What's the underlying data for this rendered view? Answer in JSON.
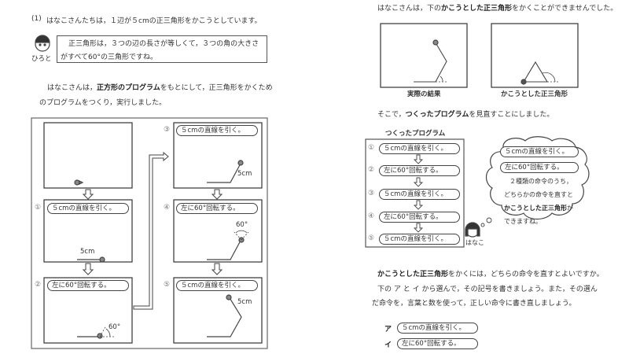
{
  "left": {
    "q_number": "(1)",
    "intro": "はなこさんたちは，１辺が５cmの正三角形をかこうとしています。",
    "hiroto_name": "ひろと",
    "hiroto_line1": "正三角形は，３つの辺の長さが等しくて，３つの角の大きさ",
    "hiroto_line2": "がすべて60°の三角形ですね。",
    "para_a": "はなこさんは，",
    "para_bold": "正方形のプログラム",
    "para_b": "をもとにして，正三角形をかくため",
    "para_line2": "のプログラムをつくり，実行しました。",
    "steps": [
      {
        "num": "①",
        "cmd": "５cmの直線を引く。",
        "label": "5cm"
      },
      {
        "num": "②",
        "cmd": "左に60°回転する。",
        "label": "60°"
      },
      {
        "num": "③",
        "cmd": "５cmの直線を引く。",
        "label": "5cm"
      },
      {
        "num": "④",
        "cmd": "左に60°回転する。",
        "label": "60°"
      },
      {
        "num": "⑤",
        "cmd": "５cmの直線を引く。",
        "label": "5cm"
      }
    ]
  },
  "right": {
    "line1_a": "はなこさんは，下の",
    "line1_bold": "かこうとした正三角形",
    "line1_b": "をかくことができませんでした。",
    "caption_actual": "実際の結果",
    "caption_target": "かこうとした正三角形",
    "line2_a": "そこで，",
    "line2_bold": "つくったプログラム",
    "line2_b": "を見直すことにしました。",
    "program_title": "つくったプログラム",
    "program": [
      {
        "num": "①",
        "cmd": "５cmの直線を引く。"
      },
      {
        "num": "②",
        "cmd": "左に60°回転する。"
      },
      {
        "num": "③",
        "cmd": "５cmの直線を引く。"
      },
      {
        "num": "④",
        "cmd": "左に60°回転する。"
      },
      {
        "num": "⑤",
        "cmd": "５cmの直線を引く。"
      }
    ],
    "hanako_name": "はなこ",
    "bubble_cmd1": "５cmの直線を引く。",
    "bubble_cmd2": "左に60°回転する。",
    "bubble_l1": "２種類の命令のうち，",
    "bubble_l2": "どちらかの命令を直すと",
    "bubble_l3": "かこうとした正三角形",
    "bubble_l3b": "が",
    "bubble_l4": "できますね。",
    "q_bold": "かこうとした正三角形",
    "q_a": "をかくには，どちらの命令を直すとよいですか。",
    "q_line2": "下の ア と イ から選んで，その記号を書きましょう。また，その選ん",
    "q_line3": "だ命令を，言葉と数を使って，正しい命令に書き直しましょう。",
    "opt_a_label": "ア",
    "opt_a_cmd": "５cmの直線を引く。",
    "opt_i_label": "イ",
    "opt_i_cmd": "左に60°回転する。"
  }
}
